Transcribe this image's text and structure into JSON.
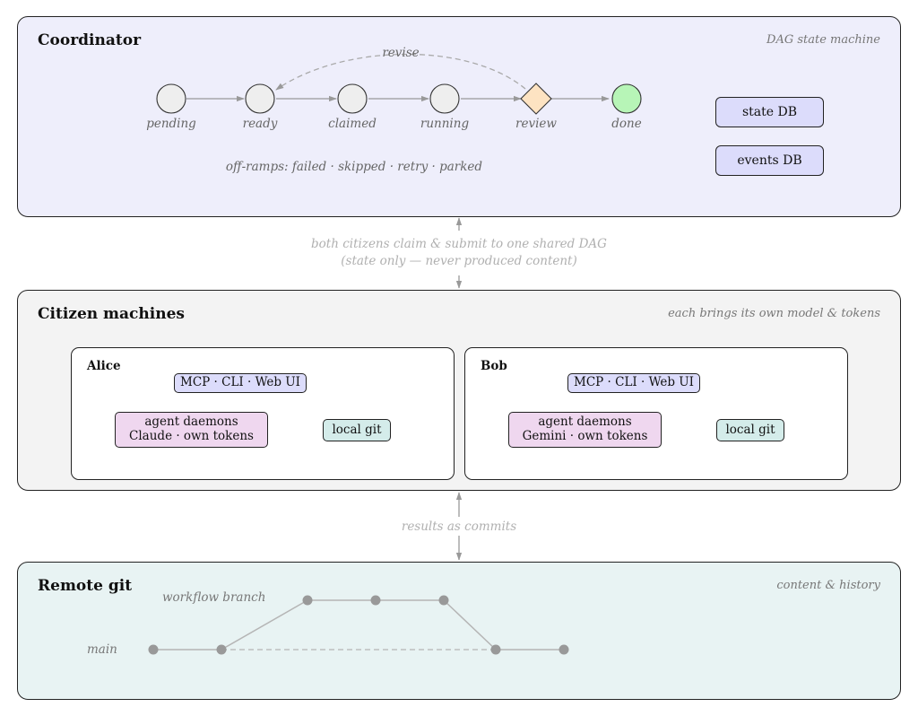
{
  "coordinator": {
    "title": "Coordinator",
    "note": "DAG state machine",
    "states": [
      {
        "label": "pending",
        "shape": "circle",
        "color": "#eeeeee"
      },
      {
        "label": "ready",
        "shape": "circle",
        "color": "#eeeeee"
      },
      {
        "label": "claimed",
        "shape": "circle",
        "color": "#eeeeee"
      },
      {
        "label": "running",
        "shape": "circle",
        "color": "#eeeeee"
      },
      {
        "label": "review",
        "shape": "diamond",
        "color": "#fde3c2"
      },
      {
        "label": "done",
        "shape": "circle",
        "color": "#b7f5b7"
      }
    ],
    "revise_label": "revise",
    "offramps": "off-ramps: failed · skipped · retry · parked",
    "state_db": "state DB",
    "events_db": "events DB"
  },
  "link1": {
    "line1": "both citizens claim & submit to one shared DAG",
    "line2": "(state only — never produced content)"
  },
  "citizens": {
    "title": "Citizen machines",
    "note": "each brings its own model & tokens",
    "machines": [
      {
        "name": "Alice",
        "interfaces": "MCP · CLI · Web UI",
        "agent_line1": "agent daemons",
        "agent_line2": "Claude · own tokens",
        "git": "local git"
      },
      {
        "name": "Bob",
        "interfaces": "MCP · CLI · Web UI",
        "agent_line1": "agent daemons",
        "agent_line2": "Gemini · own tokens",
        "git": "local git"
      }
    ]
  },
  "link2": {
    "label": "results as commits"
  },
  "remote": {
    "title": "Remote git",
    "note": "content & history",
    "branch_label": "workflow branch",
    "main_label": "main"
  },
  "colors": {
    "coordinator_bg": "#eeeefb",
    "citizen_bg": "#f3f3f3",
    "remote_bg": "#e8f3f3",
    "db_box": "#dcdcfb",
    "agent_box": "#efd7ef",
    "git_box": "#d4ecea",
    "review_diamond": "#fde3c2",
    "done_circle": "#b7f5b7",
    "commit": "#999999"
  }
}
